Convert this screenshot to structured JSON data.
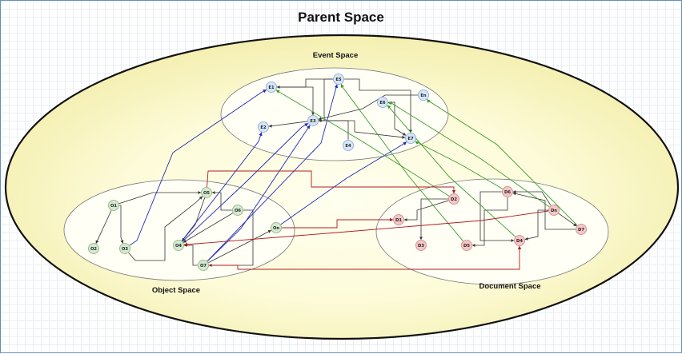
{
  "title": "Parent Space",
  "colors": {
    "event_fill": "#d6e6f7",
    "event_stroke": "#7fa6cf",
    "object_fill": "#d5e8d4",
    "object_stroke": "#82b366",
    "document_fill": "#f5c6c6",
    "document_stroke": "#c98484",
    "edge_black": "#333333",
    "edge_blue": "#1f2bb8",
    "edge_green": "#3a9a2a",
    "edge_red": "#b31b1b"
  },
  "spaces": {
    "parent": {
      "label": "Parent Space"
    },
    "event": {
      "label": "Event Space"
    },
    "object": {
      "label": "Object Space"
    },
    "document": {
      "label": "Document Space"
    }
  },
  "nodes": {
    "E1": {
      "label": "E1",
      "group": "event"
    },
    "E2": {
      "label": "E2",
      "group": "event"
    },
    "E3": {
      "label": "E3",
      "group": "event"
    },
    "E4": {
      "label": "E4",
      "group": "event"
    },
    "E5": {
      "label": "E5",
      "group": "event"
    },
    "E6": {
      "label": "E6",
      "group": "event"
    },
    "E7": {
      "label": "E7",
      "group": "event"
    },
    "En": {
      "label": "En",
      "group": "event"
    },
    "O1": {
      "label": "O1",
      "group": "object"
    },
    "O2": {
      "label": "O2",
      "group": "object"
    },
    "O3": {
      "label": "O3",
      "group": "object"
    },
    "O4": {
      "label": "O4",
      "group": "object"
    },
    "O5": {
      "label": "O5",
      "group": "object"
    },
    "O6": {
      "label": "O6",
      "group": "object"
    },
    "O7": {
      "label": "O7",
      "group": "object"
    },
    "On": {
      "label": "On",
      "group": "object"
    },
    "D1": {
      "label": "D1",
      "group": "document"
    },
    "D2": {
      "label": "D2",
      "group": "document"
    },
    "D3": {
      "label": "D3",
      "group": "document"
    },
    "D4": {
      "label": "D4",
      "group": "document"
    },
    "D5": {
      "label": "D5",
      "group": "document"
    },
    "D6": {
      "label": "D6",
      "group": "document"
    },
    "D7": {
      "label": "D7",
      "group": "document"
    },
    "Dn": {
      "label": "Dn",
      "group": "document"
    }
  }
}
